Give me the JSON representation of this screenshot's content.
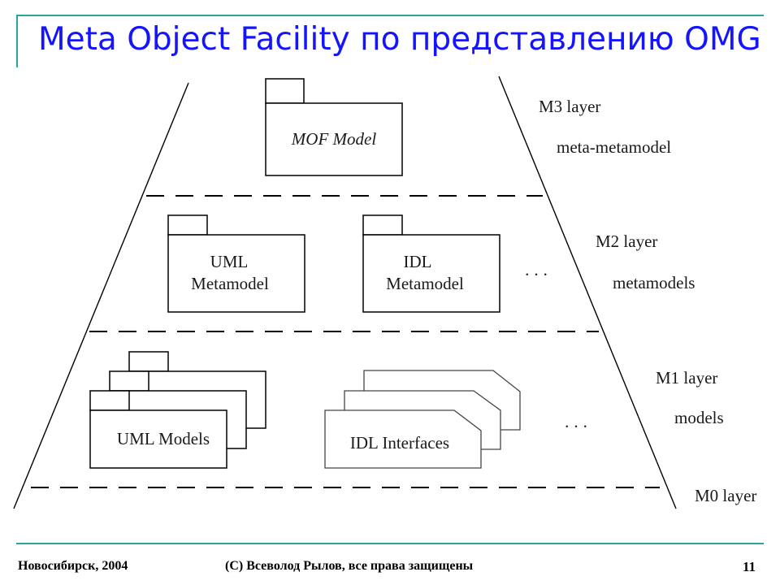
{
  "slide": {
    "title": "Meta Object Facility по представлению OMG",
    "page_number": "11"
  },
  "footer": {
    "city_year": "Новосибирск, 2004",
    "copyright": "(C) Всеволод Рылов, все права защищены"
  },
  "layers": {
    "m3": {
      "name": "M3 layer",
      "desc": "meta-metamodel"
    },
    "m2": {
      "name": "M2 layer",
      "desc": "metamodels"
    },
    "m1": {
      "name": "M1 layer",
      "desc": "models"
    },
    "m0": {
      "name": "M0 layer"
    }
  },
  "packages": {
    "mof": "MOF Model",
    "uml_meta_line1": "UML",
    "uml_meta_line2": "Metamodel",
    "idl_meta_line1": "IDL",
    "idl_meta_line2": "Metamodel",
    "uml_models": "UML Models",
    "idl_interfaces": "IDL Interfaces"
  },
  "ellipsis": "..."
}
